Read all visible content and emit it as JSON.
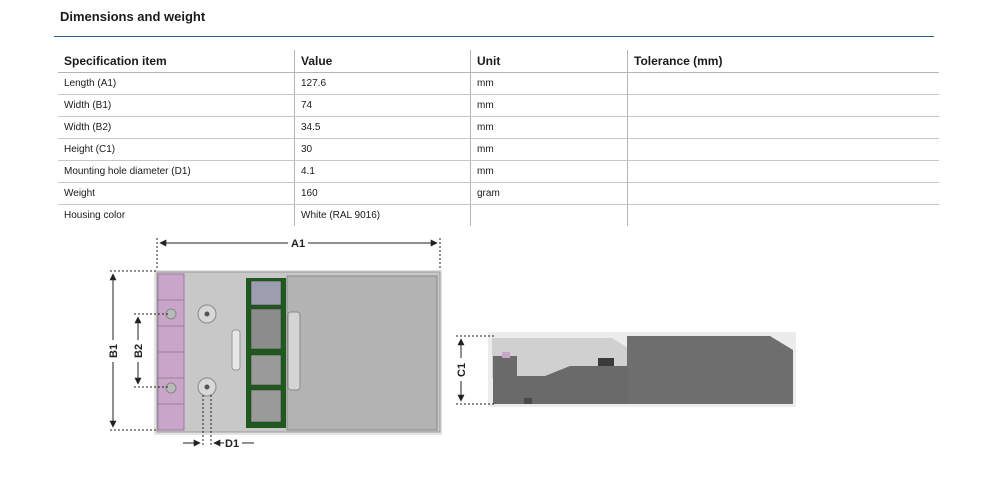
{
  "section": {
    "title": "Dimensions and weight"
  },
  "table": {
    "headers": [
      "Specification item",
      "Value",
      "Unit",
      "Tolerance (mm)"
    ],
    "rows": [
      {
        "item": "Length (A1)",
        "value": "127.6",
        "unit": "mm",
        "tolerance": ""
      },
      {
        "item": "Width (B1)",
        "value": "74",
        "unit": "mm",
        "tolerance": ""
      },
      {
        "item": "Width (B2)",
        "value": "34.5",
        "unit": "mm",
        "tolerance": ""
      },
      {
        "item": "Height (C1)",
        "value": "30",
        "unit": "mm",
        "tolerance": ""
      },
      {
        "item": "Mounting hole diameter (D1)",
        "value": "4.1",
        "unit": "mm",
        "tolerance": ""
      },
      {
        "item": "Weight",
        "value": "160",
        "unit": "gram",
        "tolerance": ""
      },
      {
        "item": "Housing color",
        "value": "White (RAL 9016)",
        "unit": "",
        "tolerance": ""
      }
    ]
  },
  "drawing": {
    "labels": {
      "a1": "A1",
      "b1": "B1",
      "b2": "B2",
      "c1": "C1",
      "d1": "D1"
    },
    "colors": {
      "housing": "#c8c8c8",
      "cover": "#a9a9a9",
      "terminals": "#c9a6c9",
      "pcb": "#1e5a1e",
      "side_body": "#6e6e6e",
      "rule": "#2f5f8a"
    }
  }
}
